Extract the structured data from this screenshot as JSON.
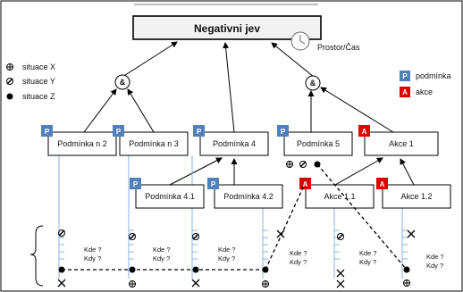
{
  "title": "Negativni jev",
  "clock_label": "Prostor/Čas",
  "legend_left": [
    {
      "icon": "crossed-circle-icon",
      "label": "situace X"
    },
    {
      "icon": "slashed-circle-icon",
      "label": "situace Y"
    },
    {
      "icon": "filled-dot-icon",
      "label": "situace Z"
    }
  ],
  "legend_right": [
    {
      "tag": "P",
      "color": "#4f81bd",
      "label": "podmínka"
    },
    {
      "tag": "A",
      "color": "#e00000",
      "label": "akce"
    }
  ],
  "gates": {
    "and_left": "&",
    "and_right": "&"
  },
  "nodes": {
    "n2": {
      "label": "Podmínka n 2",
      "tag": "P"
    },
    "n3": {
      "label": "Podmínka n 3",
      "tag": "P"
    },
    "p4": {
      "label": "Podmínka 4",
      "tag": "P"
    },
    "p5": {
      "label": "Podmínka 5",
      "tag": "P"
    },
    "a1": {
      "label": "Akce 1",
      "tag": "A"
    },
    "p41": {
      "label": "Podmínka 4.1",
      "tag": "P"
    },
    "p42": {
      "label": "Podmínka 4.2",
      "tag": "P"
    },
    "a11": {
      "label": "Akce 1.1",
      "tag": "A"
    },
    "a12": {
      "label": "Akce 1.2",
      "tag": "A"
    }
  },
  "queries": {
    "kde": "Kde ?",
    "kdy": "Kdy ?"
  },
  "colors": {
    "p_tag": "#4f81bd",
    "a_tag": "#e00000",
    "title_fill": "#f2f2f2",
    "timeline": "#8db3e2"
  }
}
